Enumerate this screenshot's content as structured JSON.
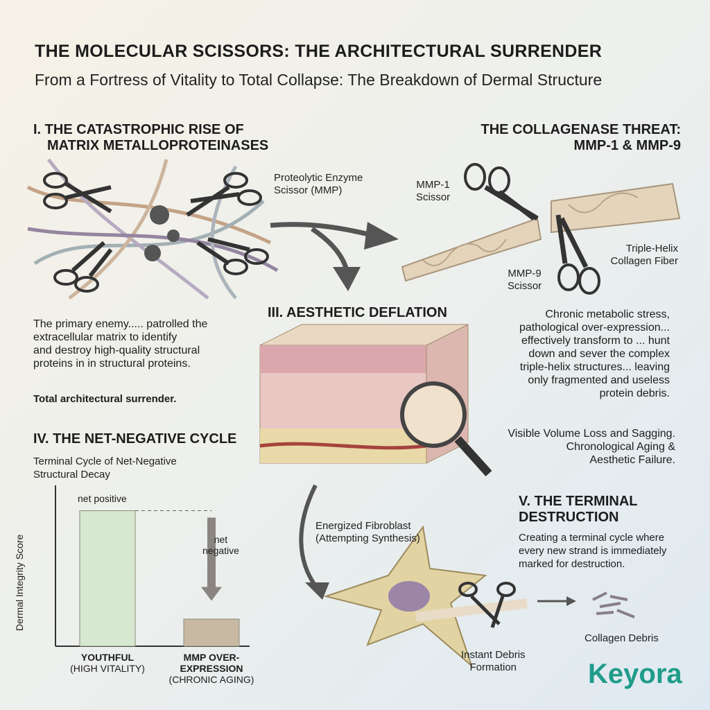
{
  "header": {
    "title": "THE MOLECULAR SCISSORS: THE ARCHITECTURAL SURRENDER",
    "subtitle": "From a Fortress of Vitality to Total Collapse: The Breakdown of Dermal Structure"
  },
  "section1": {
    "title_line1": "I. THE CATASTROPHIC RISE OF",
    "title_line2": "MATRIX METALLOPROTEINASES",
    "callout_line1": "Proteolytic Enzyme",
    "callout_line2": "Scissor (MMP)",
    "body": [
      "The primary enemy..... patrolled the",
      "extracellular matrix to identify",
      "and destroy high-quality structural",
      "proteins in in structural proteins."
    ],
    "emphasis": "Total architectural surrender."
  },
  "section2": {
    "title_line1": "THE COLLAGENASE THREAT:",
    "title_line2": "MMP-1 & MMP-9",
    "mmp1_line1": "MMP-1",
    "mmp1_line2": "Scissor",
    "mmp9_line1": "MMP-9",
    "mmp9_line2": "Scissor",
    "fiber_line1": "Triple-Helix",
    "fiber_line2": "Collagen Fiber",
    "body": [
      "Chronic metabolic stress,",
      "pathological over-expression...",
      "effectively transform to ... hunt",
      "down and sever the complex",
      "triple-helix structures... leaving",
      "only fragmented and useless",
      "protein debris."
    ],
    "result": [
      "Visible Volume Loss and Sagging.",
      "Chronological Aging &",
      "Aesthetic Failure."
    ]
  },
  "section3": {
    "title": "III. AESTHETIC DEFLATION"
  },
  "section4": {
    "title": "IV. THE NET-NEGATIVE CYCLE",
    "subtitle_line1": "Terminal Cycle of Net-Negative",
    "subtitle_line2": "Structural Decay"
  },
  "chart_data": {
    "type": "bar",
    "ylabel": "Dermal Integrity Score",
    "categories": [
      "YOUTHFUL",
      "MMP OVER-EXPRESSION"
    ],
    "category_sublabels": [
      "(HIGH VITALITY)",
      "(CHRONIC AGING)"
    ],
    "values": [
      100,
      20
    ],
    "ylim": [
      0,
      110
    ],
    "annotations": {
      "top": "net positive",
      "drop_line1": "net",
      "drop_line2": "negative"
    },
    "colors": [
      "#d6e8cf",
      "#c8b9a2"
    ]
  },
  "section5": {
    "title_line1": "V. THE TERMINAL",
    "title_line2": "DESTRUCTION",
    "body": [
      "Creating a terminal cycle where",
      "every new strand is immediately",
      "marked for destruction."
    ],
    "fibroblast_line1": "Energized Fibroblast",
    "fibroblast_line2": "(Attempting Synthesis)",
    "debris_line1": "Instant Debris",
    "debris_line2": "Formation",
    "collagen_debris": "Collagen Debris"
  },
  "logo": {
    "text": "Keyora",
    "color": "#1f9c8a"
  }
}
